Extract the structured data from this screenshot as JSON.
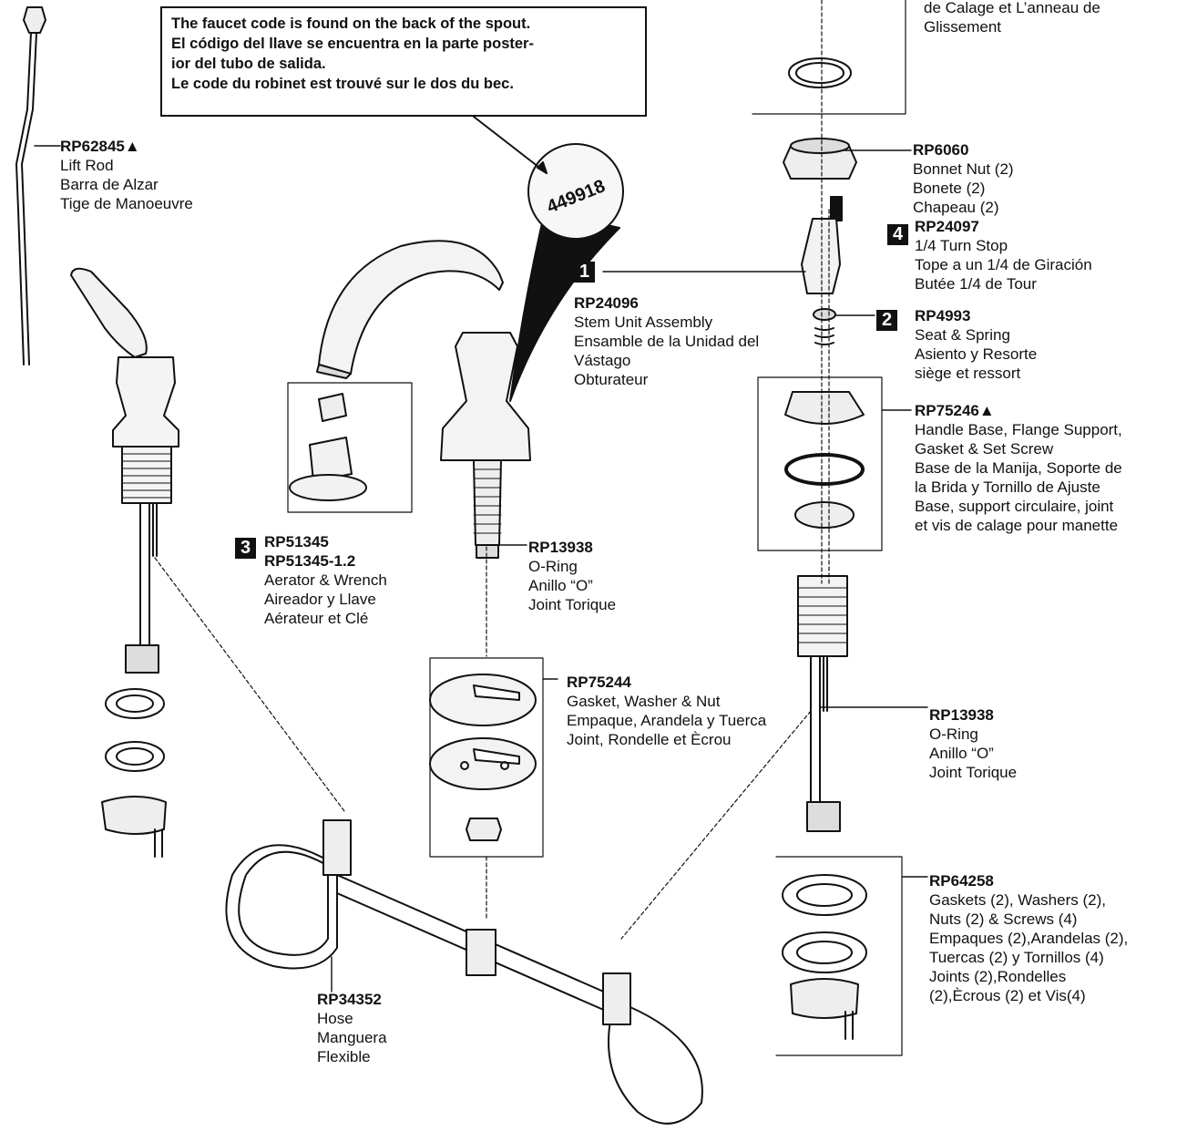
{
  "note": {
    "lines": [
      "The faucet code is found on the back of the spout.",
      "El código del llave se encuentra en la parte poster-",
      "ior del tubo de salida.",
      "Le code du robinet est trouvé sur le dos du bec."
    ]
  },
  "faucet_code": "449918",
  "top_right_partial": [
    "de Calage et L’anneau de",
    "Glissement"
  ],
  "parts": {
    "lift_rod": {
      "part": "RP62845▲",
      "desc": [
        "Lift Rod",
        "Barra de Alzar",
        "Tige de Manoeuvre"
      ]
    },
    "bonnet_nut": {
      "part": "RP6060",
      "desc": [
        "Bonnet Nut (2)",
        "Bonete (2)",
        "Chapeau (2)"
      ]
    },
    "turn_stop": {
      "badge": "4",
      "part": "RP24097",
      "desc": [
        "1/4 Turn Stop",
        "Tope a un 1/4 de Giración",
        "Butée 1/4 de Tour"
      ]
    },
    "stem_unit": {
      "badge": "1",
      "part": "RP24096",
      "desc": [
        "Stem Unit Assembly",
        "Ensamble de la Unidad del",
        "Vástago",
        "Obturateur"
      ]
    },
    "seat_spring": {
      "badge": "2",
      "part": "RP4993",
      "desc": [
        "Seat & Spring",
        "Asiento y Resorte",
        "siège et ressort"
      ]
    },
    "handle_base": {
      "part": "RP75246▲",
      "desc": [
        "Handle Base, Flange Support,",
        "Gasket & Set Screw",
        "Base de la Manija, Soporte de",
        "la Brida y Tornillo de Ajuste",
        "Base, support circulaire, joint",
        "et vis de calage pour manette"
      ]
    },
    "aerator": {
      "badge": "3",
      "part": "RP51345",
      "part2": "RP51345-1.2",
      "desc": [
        "Aerator & Wrench",
        "Aireador y Llave",
        "Aérateur et Clé"
      ]
    },
    "oring_center": {
      "part": "RP13938",
      "desc": [
        "O-Ring",
        "Anillo “O”",
        "Joint Torique"
      ]
    },
    "gasket_washer_nut": {
      "part": "RP75244",
      "desc": [
        "Gasket, Washer & Nut",
        "Empaque, Arandela y Tuerca",
        "Joint, Rondelle et Ècrou"
      ]
    },
    "oring_right": {
      "part": "RP13938",
      "desc": [
        "O-Ring",
        "Anillo “O”",
        "Joint Torique"
      ]
    },
    "hardware_kit": {
      "part": "RP64258",
      "desc": [
        "Gaskets (2), Washers (2),",
        "Nuts (2) & Screws (4)",
        "Empaques (2),Arandelas (2),",
        "Tuercas (2) y Tornillos (4)",
        "Joints (2),Rondelles",
        "(2),Ècrous (2) et Vis(4)"
      ]
    },
    "hose": {
      "part": "RP34352",
      "desc": [
        "Hose",
        "Manguera",
        "Flexible"
      ]
    }
  }
}
